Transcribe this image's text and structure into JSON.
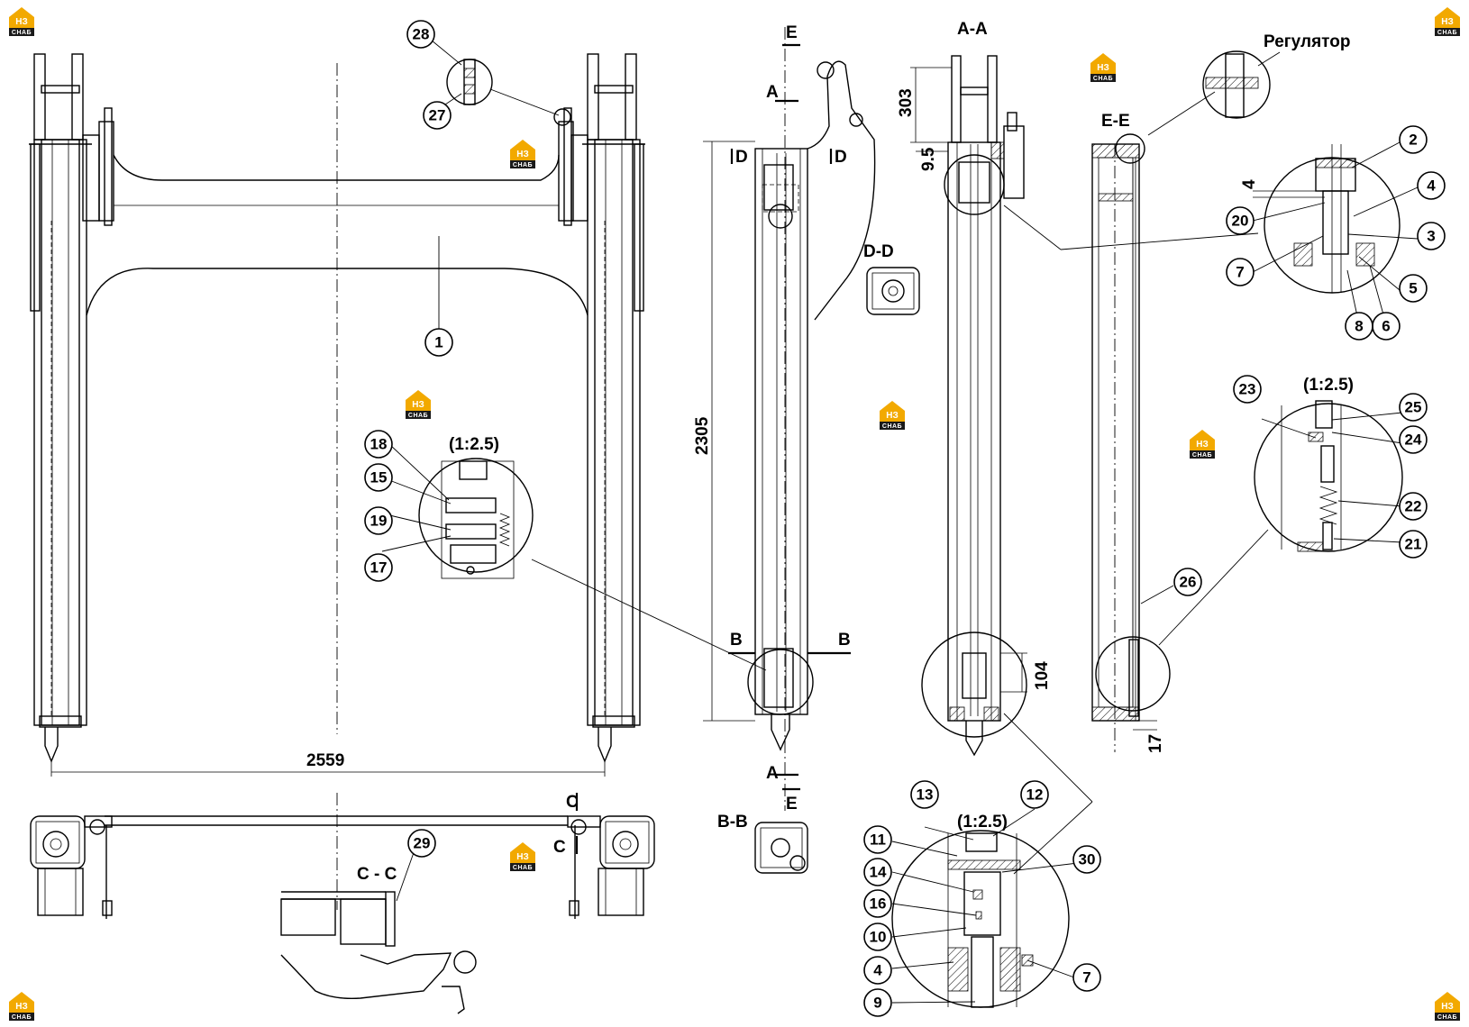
{
  "labels": {
    "section_aa": "A-A",
    "section_bb": "B-B",
    "section_cc": "C - C",
    "section_dd": "D-D",
    "section_ee": "E-E",
    "regulator": "Регулятор",
    "scale_1": "(1:2.5)",
    "scale_2": "(1:2.5)",
    "scale_3": "(1:2.5)",
    "cut_a_top": "A",
    "cut_a_bottom": "A",
    "cut_b_left": "B",
    "cut_b_right": "B",
    "cut_c_top": "C",
    "cut_c_mid": "C",
    "cut_d_left": "D",
    "cut_d_right": "D",
    "cut_e_top": "E",
    "cut_e_bottom": "E"
  },
  "dimensions": {
    "width_main": "2559",
    "height_column": "2305",
    "top_303": "303",
    "gap_95": "9.5",
    "bottom_104": "104",
    "bottom_17": "17",
    "detail_4": "4"
  },
  "callouts": [
    "1",
    "2",
    "3",
    "4",
    "5",
    "6",
    "7",
    "8",
    "9",
    "10",
    "11",
    "12",
    "13",
    "14",
    "15",
    "16",
    "17",
    "18",
    "19",
    "20",
    "21",
    "22",
    "23",
    "24",
    "25",
    "26",
    "27",
    "28",
    "29",
    "30",
    "4",
    "7"
  ],
  "logo": {
    "letters": "НЗ",
    "word": "СНАБ",
    "color": "#f2a900"
  }
}
